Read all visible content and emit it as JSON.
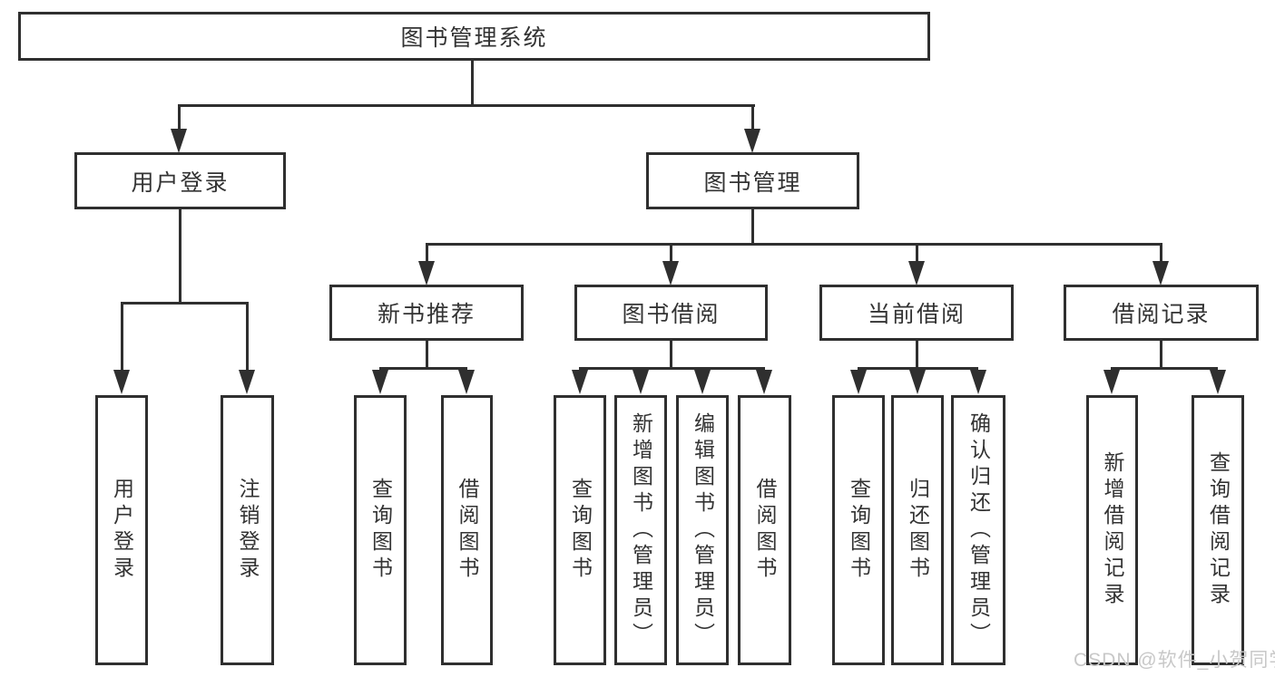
{
  "diagram": {
    "root": {
      "label": "图书管理系统"
    },
    "branches": [
      {
        "label": "用户登录",
        "children": [
          {
            "label": "用户登录"
          },
          {
            "label": "注销登录"
          }
        ]
      },
      {
        "label": "图书管理",
        "children": [
          {
            "label": "新书推荐",
            "children": [
              {
                "label": "查询图书"
              },
              {
                "label": "借阅图书"
              }
            ]
          },
          {
            "label": "图书借阅",
            "children": [
              {
                "label": "查询图书"
              },
              {
                "label": "新增图书（管理员）"
              },
              {
                "label": "编辑图书（管理员）"
              },
              {
                "label": "借阅图书"
              }
            ]
          },
          {
            "label": "当前借阅",
            "children": [
              {
                "label": "查询图书"
              },
              {
                "label": "归还图书"
              },
              {
                "label": "确认归还（管理员）"
              }
            ]
          },
          {
            "label": "借阅记录",
            "children": [
              {
                "label": "新增借阅记录"
              },
              {
                "label": "查询借阅记录"
              }
            ]
          }
        ]
      }
    ]
  },
  "watermark": {
    "text": "CSDN @软件_小贺同学",
    "color": "#c8c8c8"
  },
  "colors": {
    "line": "#2f2f2f",
    "text": "#333333",
    "background": "#ffffff"
  }
}
